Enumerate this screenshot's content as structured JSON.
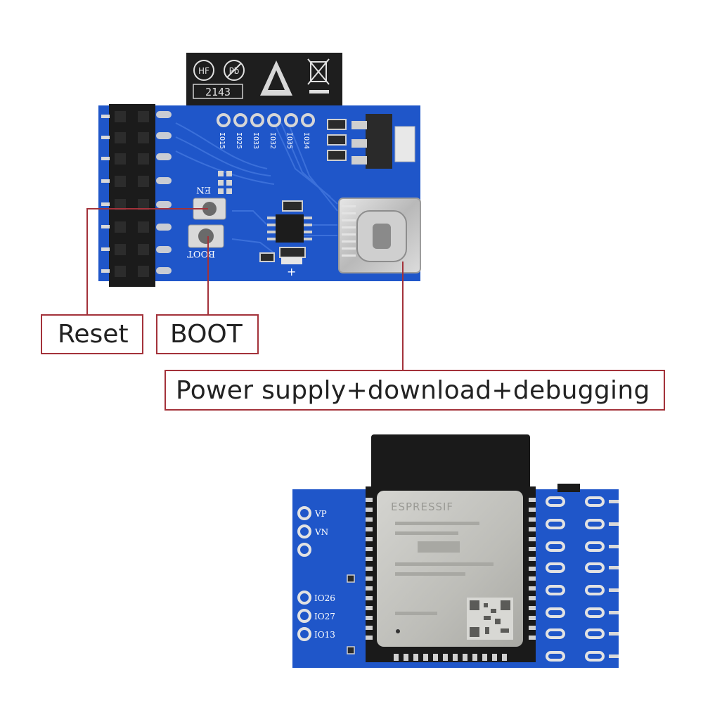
{
  "callouts": {
    "reset": "Reset",
    "boot": "BOOT",
    "power": "Power supply+download+debugging"
  },
  "board_top": {
    "pin_labels": [
      "IO15",
      "IO25",
      "IO33",
      "IO32",
      "IO35",
      "IO34"
    ],
    "button_labels": [
      "EN",
      "BOOT"
    ],
    "plus_mark": "+",
    "badge_text": "2143"
  },
  "board_bottom": {
    "pin_labels": [
      "VP",
      "VN",
      "IO26",
      "IO27",
      "IO13"
    ]
  },
  "module_brand_logo_text": "ESPRESSIF",
  "colors": {
    "pcb": "#1f56c9",
    "callout_border": "#a3323a",
    "header": "#1b1b1b",
    "pin": "#d9d9d9"
  }
}
